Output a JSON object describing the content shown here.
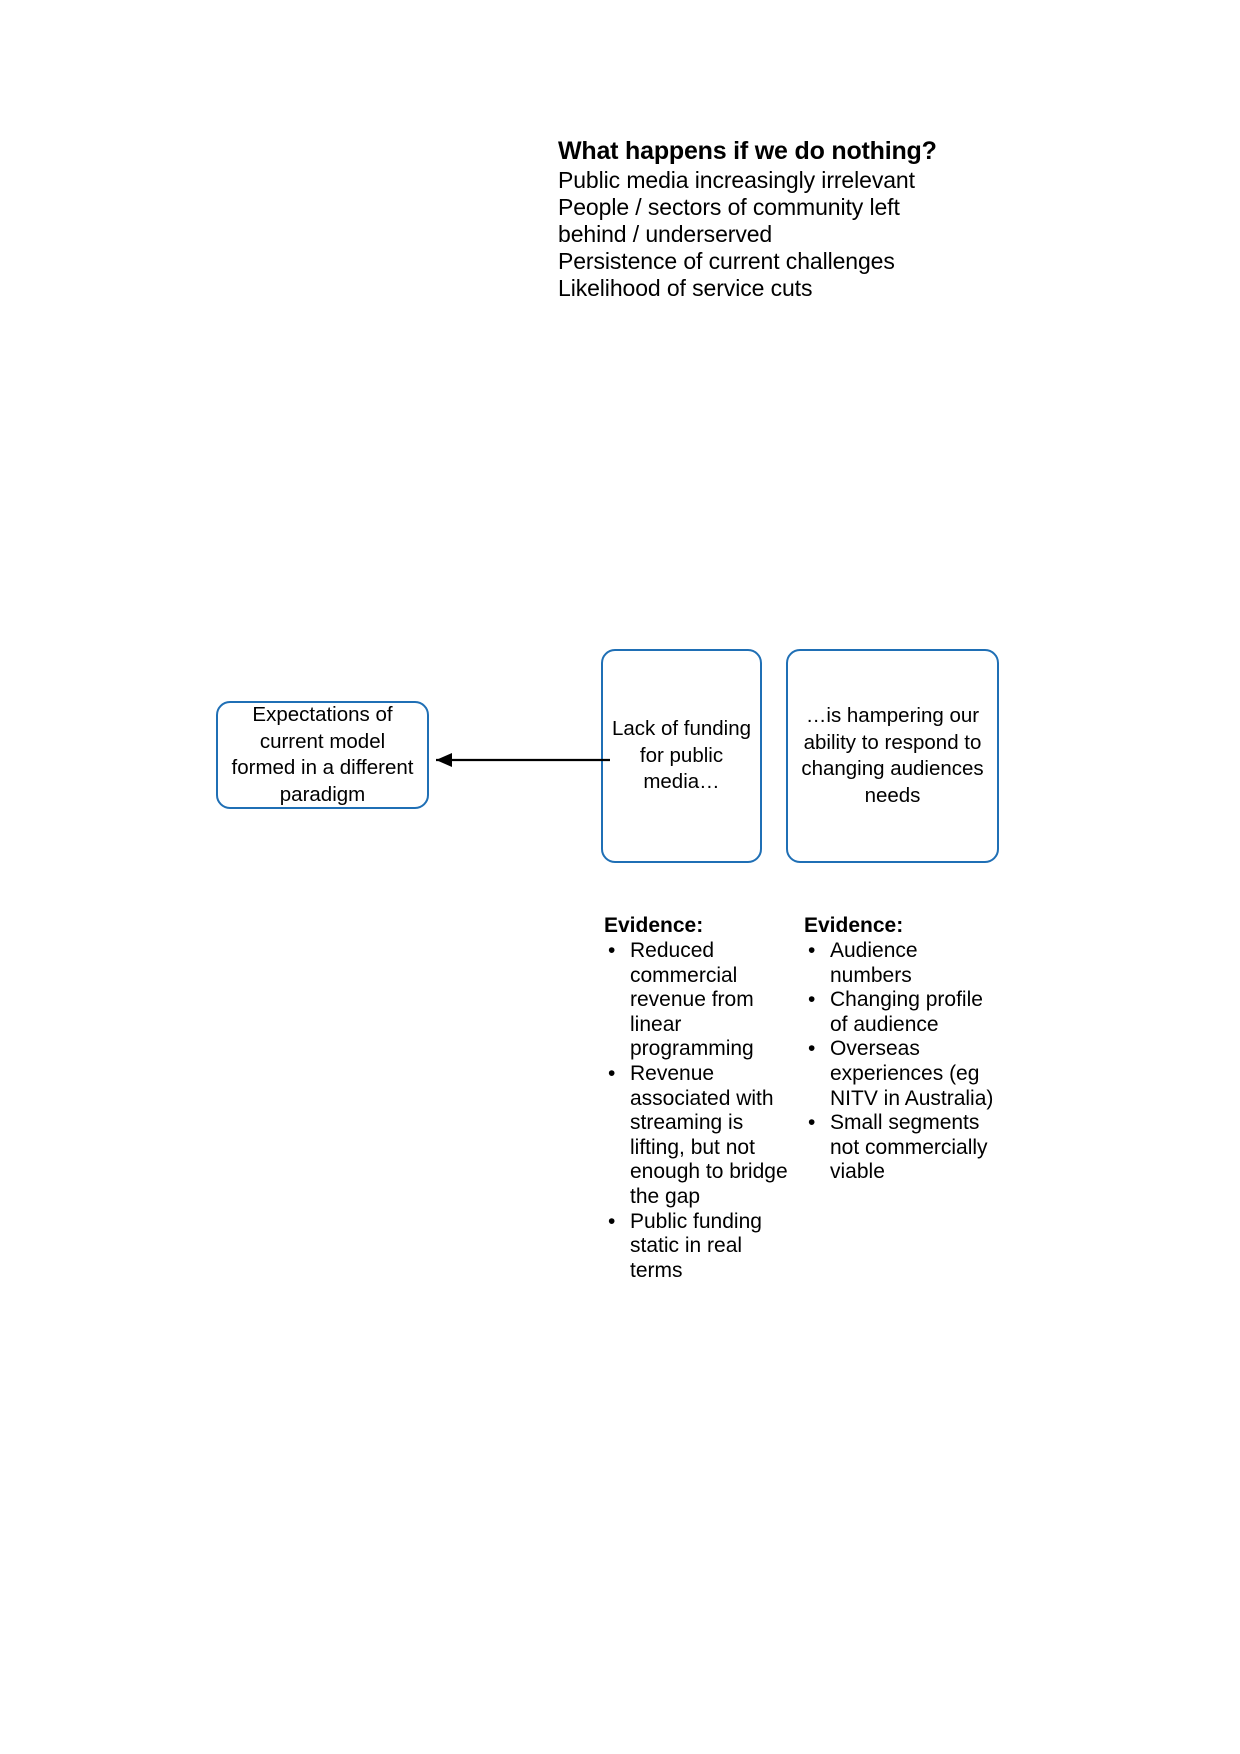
{
  "header": {
    "title": "What happens if we do nothing?",
    "lines": [
      "Public media increasingly irrelevant",
      "People / sectors of community  left",
      "behind / underserved",
      "Persistence of current challenges",
      "Likelihood of service cuts"
    ]
  },
  "diagram": {
    "accent_color": "#1F6FB5",
    "arrow_color": "#000000",
    "boxes": [
      {
        "id": "expectations",
        "text": "Expectations of current model formed in a different paradigm"
      },
      {
        "id": "lack-funding",
        "text": "Lack of funding for public media…"
      },
      {
        "id": "hampering",
        "text": "…is hampering our ability to respond to changing audiences needs"
      }
    ],
    "arrow": {
      "name": "arrow-left",
      "from": "lack-funding",
      "to": "expectations"
    }
  },
  "evidence": {
    "left": {
      "heading": "Evidence:",
      "bullet_glyph": "•",
      "items": [
        "Reduced commercial revenue from linear programming",
        "Revenue associated with streaming is lifting, but not enough to bridge the gap",
        "Public funding static in real terms"
      ]
    },
    "right": {
      "heading": "Evidence:",
      "bullet_glyph": "•",
      "items": [
        "Audience numbers",
        "Changing profile of audience",
        "Overseas experiences (eg NITV in Australia)",
        "Small segments not commercially viable"
      ]
    }
  }
}
